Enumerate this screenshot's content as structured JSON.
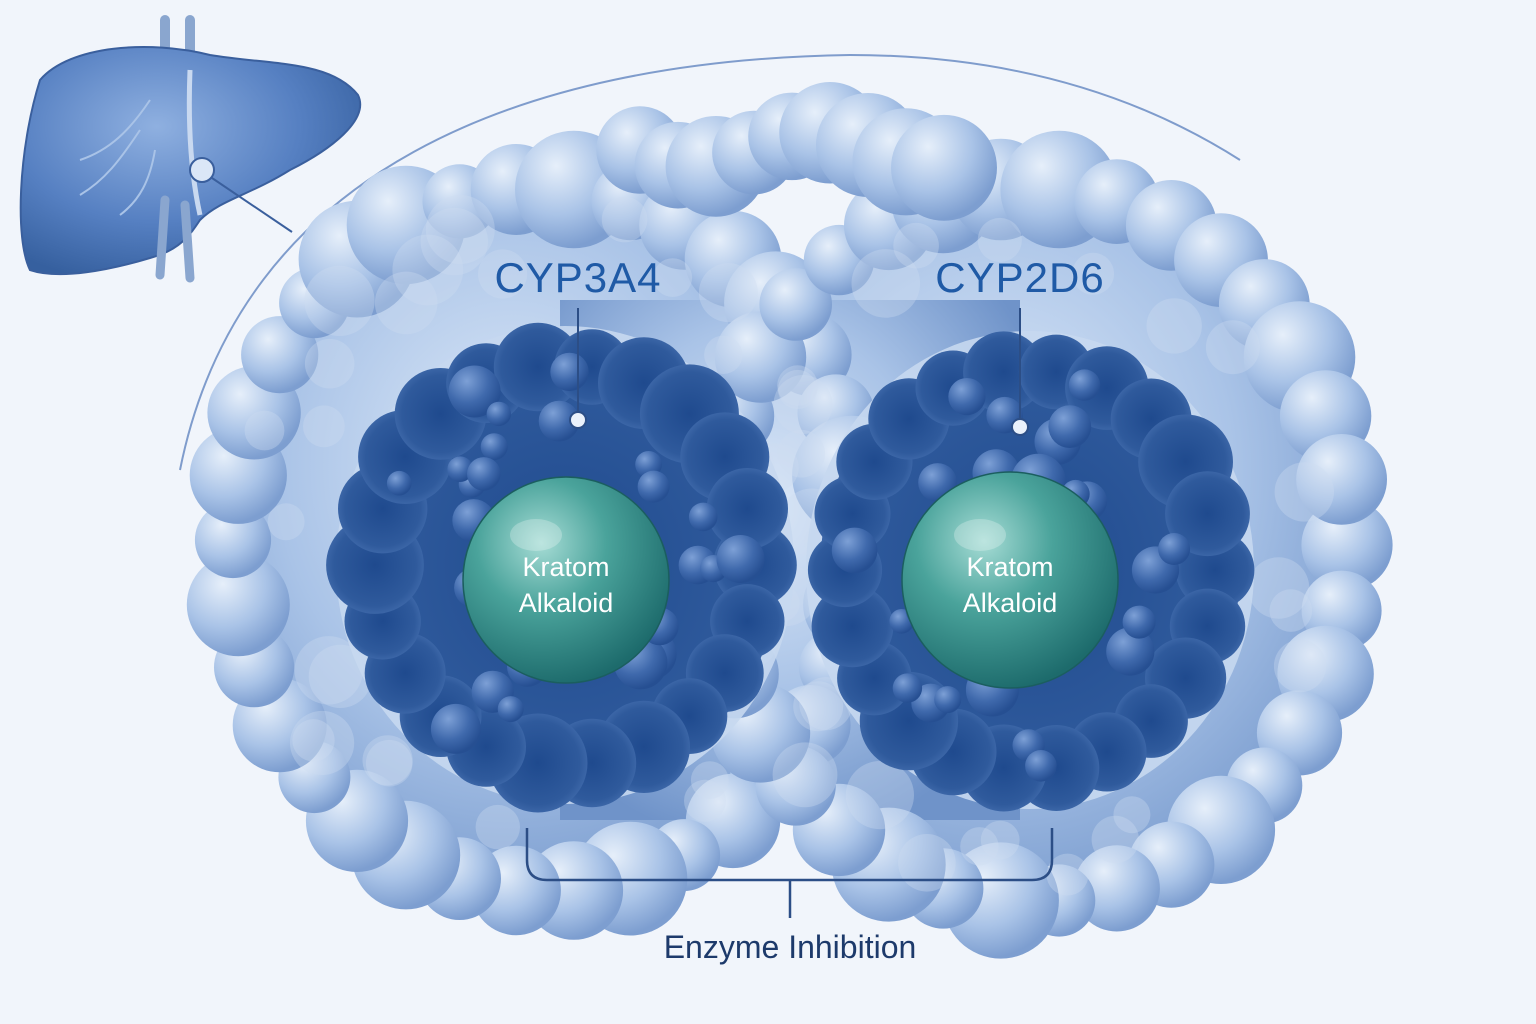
{
  "organ": {
    "icon": "liver-icon"
  },
  "enzymes": [
    {
      "id": "left",
      "label": "CYP3A4",
      "ligand": {
        "line1": "Kratom",
        "line2": "Alkaloid"
      }
    },
    {
      "id": "right",
      "label": "CYP2D6",
      "ligand": {
        "line1": "Kratom",
        "line2": "Alkaloid"
      }
    }
  ],
  "caption": {
    "text": "Enzyme Inhibition"
  },
  "colors": {
    "background": "#f1f5fb",
    "protein_surface": "#a8c2e6",
    "protein_shadow": "#6f93c9",
    "pocket_deep": "#2f5a9c",
    "ligand": "#3d9a93",
    "label_text": "#1f5aa6",
    "caption_text": "#1d3a6b",
    "leader_line": "#2c4e86"
  }
}
